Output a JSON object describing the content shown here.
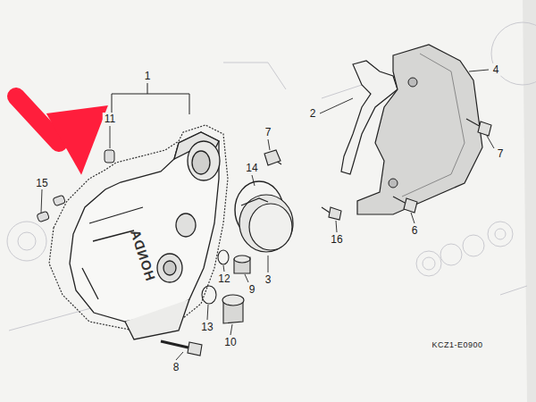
{
  "diagram": {
    "labels": [
      "1",
      "11",
      "15",
      "7",
      "14",
      "2",
      "4",
      "7",
      "16",
      "6",
      "3",
      "12",
      "9",
      "13",
      "10",
      "8",
      "KCZ1-E0900",
      "HONDA"
    ]
  }
}
